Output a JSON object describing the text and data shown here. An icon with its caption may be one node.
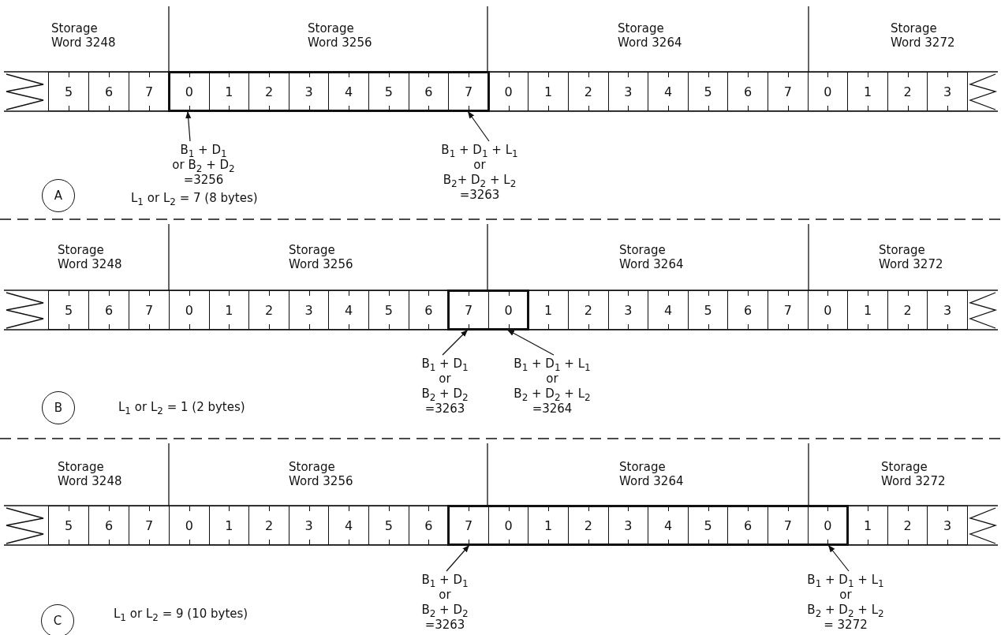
{
  "diagram": {
    "nodes": [
      {
        "text": [
          "5"
        ]
      },
      {
        "text": [
          "6"
        ]
      },
      {
        "text": [
          "7"
        ]
      },
      {
        "text": [
          "0"
        ]
      },
      {
        "text": [
          "1"
        ]
      },
      {
        "text": [
          "2"
        ]
      },
      {
        "text": [
          "3"
        ]
      },
      {
        "text": [
          "4"
        ]
      },
      {
        "text": [
          "5"
        ]
      },
      {
        "text": [
          "6"
        ]
      },
      {
        "text": [
          "7"
        ]
      },
      {
        "text": [
          "0"
        ]
      },
      {
        "text": [
          "1"
        ]
      },
      {
        "text": [
          "2"
        ]
      },
      {
        "text": [
          "3"
        ]
      },
      {
        "text": [
          "4"
        ]
      },
      {
        "text": [
          "5"
        ]
      },
      {
        "text": [
          "6"
        ]
      },
      {
        "text": [
          "7"
        ]
      },
      {
        "text": [
          "0"
        ]
      },
      {
        "text": [
          "1"
        ]
      },
      {
        "text": [
          "2"
        ]
      },
      {
        "text": [
          "3"
        ]
      },
      {
        "text": [
          "B$_{1}$ + D$_{1}$",
          "or B$_{2}$ + D$_{2}$",
          "=3256"
        ]
      },
      {
        "text": [
          "B$_{1}$ + D$_{1}$ + L$_{1}$",
          "or",
          "B$_{2}$+ D$_{2}$ + L$_{2}$",
          "=3263"
        ]
      },
      {
        "text": [
          "A"
        ]
      },
      {
        "text": [
          "5"
        ]
      },
      {
        "text": [
          "6"
        ]
      },
      {
        "text": [
          "7"
        ]
      },
      {
        "text": [
          "0"
        ]
      },
      {
        "text": [
          "1"
        ]
      },
      {
        "text": [
          "2"
        ]
      },
      {
        "text": [
          "3"
        ]
      },
      {
        "text": [
          "4"
        ]
      },
      {
        "text": [
          "5"
        ]
      },
      {
        "text": [
          "6"
        ]
      },
      {
        "text": [
          "7"
        ]
      },
      {
        "text": [
          "0"
        ]
      },
      {
        "text": [
          "1"
        ]
      },
      {
        "text": [
          "2"
        ]
      },
      {
        "text": [
          "3"
        ]
      },
      {
        "text": [
          "4"
        ]
      },
      {
        "text": [
          "5"
        ]
      },
      {
        "text": [
          "6"
        ]
      },
      {
        "text": [
          "7"
        ]
      },
      {
        "text": [
          "0"
        ]
      },
      {
        "text": [
          "1"
        ]
      },
      {
        "text": [
          "2"
        ]
      },
      {
        "text": [
          "3"
        ]
      },
      {
        "text": [
          "B$_{1}$ + D$_{1}$",
          "or",
          "B$_{2}$ + D$_{2}$",
          "=3263"
        ]
      },
      {
        "text": [
          "B$_{1}$ + D$_{1}$ + L$_{1}$",
          "or",
          "B$_{2}$ + D$_{2}$ + L$_{2}$",
          "=3264"
        ]
      },
      {
        "text": [
          "B"
        ]
      },
      {
        "text": [
          "5"
        ]
      },
      {
        "text": [
          "6"
        ]
      },
      {
        "text": [
          "7"
        ]
      },
      {
        "text": [
          "0"
        ]
      },
      {
        "text": [
          "1"
        ]
      },
      {
        "text": [
          "2"
        ]
      },
      {
        "text": [
          "3"
        ]
      },
      {
        "text": [
          "4"
        ]
      },
      {
        "text": [
          "5"
        ]
      },
      {
        "text": [
          "6"
        ]
      },
      {
        "text": [
          "7"
        ]
      },
      {
        "text": [
          "0"
        ]
      },
      {
        "text": [
          "1"
        ]
      },
      {
        "text": [
          "2"
        ]
      },
      {
        "text": [
          "3"
        ]
      },
      {
        "text": [
          "4"
        ]
      },
      {
        "text": [
          "5"
        ]
      },
      {
        "text": [
          "6"
        ]
      },
      {
        "text": [
          "7"
        ]
      },
      {
        "text": [
          "0"
        ]
      },
      {
        "text": [
          "1"
        ]
      },
      {
        "text": [
          "2"
        ]
      },
      {
        "text": [
          "3"
        ]
      },
      {
        "text": [
          "B$_{1}$ + D$_{1}$",
          "or",
          "B$_{2}$ + D$_{2}$",
          "=3263"
        ]
      },
      {
        "text": [
          "B$_{1}$ + D$_{1}$ + L$_{1}$",
          "or",
          "B$_{2}$ + D$_{2}$ + L$_{2}$",
          "= 3272"
        ]
      },
      {
        "text": [
          "C"
        ]
      }
    ],
    "edges": [
      {
        "from": 23,
        "to": 3,
        "arrow": "to"
      },
      {
        "from": 24,
        "to": 10,
        "arrow": "to"
      },
      {
        "from": 49,
        "to": 36,
        "arrow": "to"
      },
      {
        "from": 50,
        "to": 37,
        "arrow": "to"
      },
      {
        "from": 75,
        "to": 62,
        "arrow": "to"
      },
      {
        "from": 76,
        "to": 71,
        "arrow": "to"
      }
    ],
    "labels": [
      "Storage Word 3248",
      "Storage Word 3256",
      "Storage Word 3264",
      "Storage Word 3272",
      "L$_{1}$ or L$_{2}$ = 7 (8 bytes)",
      "Storage Word 3248",
      "Storage Word 3256",
      "Storage Word 3264",
      "Storage Word 3272",
      "L$_{1}$ or L$_{2}$ = 1 (2 bytes)",
      "Storage Word 3248",
      "Storage Word 3256",
      "Storage Word 3264",
      "Storage Word 3272",
      "L$_{1}$ or L$_{2}$ = 9 (10 bytes)"
    ]
  }
}
